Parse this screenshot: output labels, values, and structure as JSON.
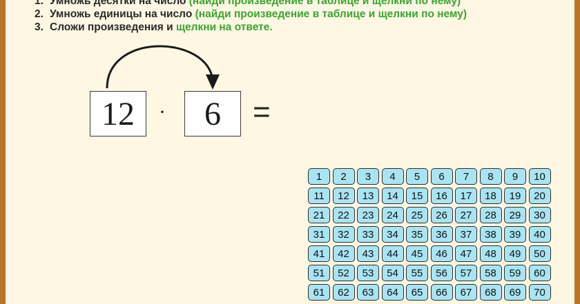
{
  "instructions": [
    {
      "number": "1.",
      "text": "Умножь десятки на число ",
      "hint": "(найди произведение в таблице и щелкни по нему)"
    },
    {
      "number": "2.",
      "text": "Умножь единицы на число ",
      "hint": "(найди произведение в таблице и щелкни по нему)"
    },
    {
      "number": "3.",
      "text": "Сложи произведения и ",
      "hint": "щелкни на ответе."
    }
  ],
  "expression": {
    "operand1": "12",
    "operator": "·",
    "operand2": "6",
    "equals": "="
  },
  "number_grid": {
    "first": 1,
    "last": 70,
    "columns": 10
  },
  "colors": {
    "frame": "#b8742a",
    "background": "#fdf7e4",
    "hint": "#3aa52f",
    "cell": "#a9e4f3"
  }
}
